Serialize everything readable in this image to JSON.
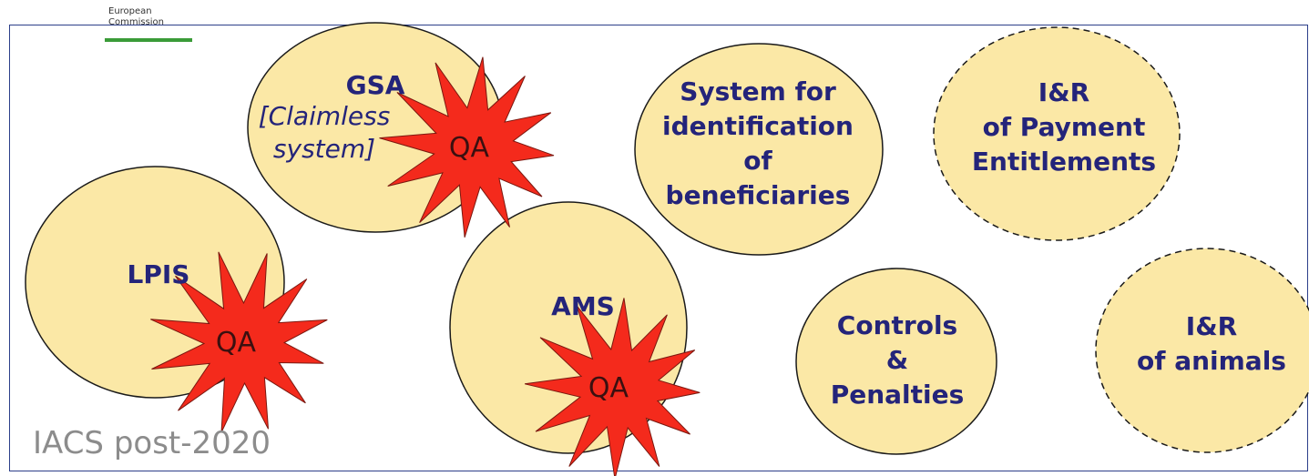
{
  "logo": {
    "line1": "European",
    "line2": "Commission"
  },
  "diagram_title": "IACS post-2020",
  "nodes": {
    "gsa": {
      "label": "GSA",
      "note": "[Claimless\nsystem]"
    },
    "lpis": {
      "label": "LPIS"
    },
    "ams": {
      "label": "AMS"
    },
    "beneficiaries": {
      "label": "System for\nidentification\nof\nbeneficiaries"
    },
    "payment_entitlements": {
      "label": "I&R\nof Payment\nEntitlements",
      "outline": "dashed"
    },
    "controls": {
      "label": "Controls\n&\nPenalties"
    },
    "animals": {
      "label": "I&R\nof animals",
      "outline": "dashed"
    }
  },
  "badges": {
    "gsa_qa": "QA",
    "lpis_qa": "QA",
    "ams_qa": "QA"
  },
  "colors": {
    "node_fill": "#fbe8a6",
    "node_stroke": "#1a1a1a",
    "label_text": "#24247a",
    "badge_fill": "#f42a1c",
    "badge_text": "#3b1010",
    "title_text": "#8c8c8c",
    "frame": "#2c3f8a",
    "logo_bar": "#3a9b38"
  }
}
